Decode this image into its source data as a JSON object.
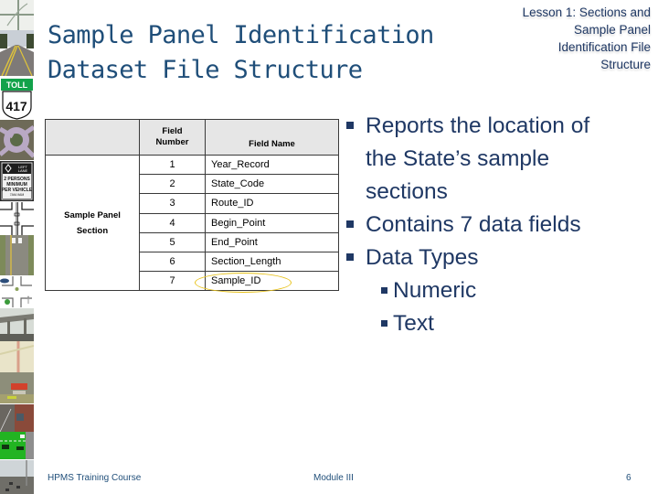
{
  "slide": {
    "title_lines": [
      "Sample Panel Identification",
      "Dataset File Structure"
    ],
    "lesson_lines": [
      "Lesson 1: Sections and",
      "Sample Panel",
      "Identification File",
      "Structure"
    ]
  },
  "table": {
    "headers": [
      "",
      "Field Number",
      "Field Name"
    ],
    "header_field_number_lines": [
      "Field",
      "Number"
    ],
    "group_label_lines": [
      "Sample Panel",
      "Section"
    ],
    "rows": [
      {
        "number": "1",
        "name": "Year_Record"
      },
      {
        "number": "2",
        "name": "State_Code"
      },
      {
        "number": "3",
        "name": "Route_ID"
      },
      {
        "number": "4",
        "name": "Begin_Point"
      },
      {
        "number": "5",
        "name": "End_Point"
      },
      {
        "number": "6",
        "name": "Section_Length"
      },
      {
        "number": "7",
        "name": "Sample_ID",
        "highlighted": true
      }
    ],
    "highlight_color": "#e8c21a"
  },
  "bullets": [
    {
      "level": 1,
      "lines": [
        "Reports the location of",
        "the State’s sample",
        "sections"
      ]
    },
    {
      "level": 1,
      "lines": [
        "Contains 7 data fields"
      ]
    },
    {
      "level": 1,
      "lines": [
        "Data Types"
      ]
    },
    {
      "level": 2,
      "lines": [
        "Numeric"
      ]
    },
    {
      "level": 2,
      "lines": [
        "Text"
      ]
    }
  ],
  "footer": {
    "left": "HPMS Training Course",
    "center": "Module III",
    "page_number": "6"
  },
  "sidebar_images": [
    "highway-interchange-map-icon",
    "road-yellow-lines-photo",
    "toll-417-shield-icon",
    "roundabout-aerial-photo",
    "hov-lane-sign-icon",
    "intersection-diagram-icon",
    "road-lanes-photo",
    "intersection-signals-diagram-icon",
    "overpass-photo",
    "street-map-aerial-photo",
    "street-intersection-photo",
    "lane-diagram-green-icon",
    "highway-traffic-photo"
  ],
  "colors": {
    "title": "#1f4e79",
    "text": "#1f3864",
    "table_header_bg": "#e6e6e6"
  }
}
